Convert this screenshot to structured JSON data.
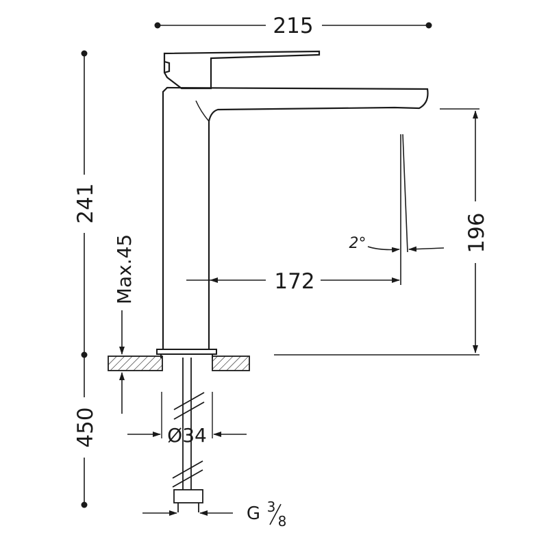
{
  "dimensions": {
    "overall_width": "215",
    "total_height": "241",
    "spout_height": "196",
    "spout_reach": "172",
    "deck_thickness": "Max.45",
    "hose_length": "450",
    "hole_diameter": "Ø34",
    "spray_angle": "2°",
    "connection_thread_prefix": "G",
    "connection_thread_numerator": "3",
    "connection_thread_denominator": "8"
  },
  "colors": {
    "stroke": "#1a1a1a",
    "background": "#ffffff"
  }
}
